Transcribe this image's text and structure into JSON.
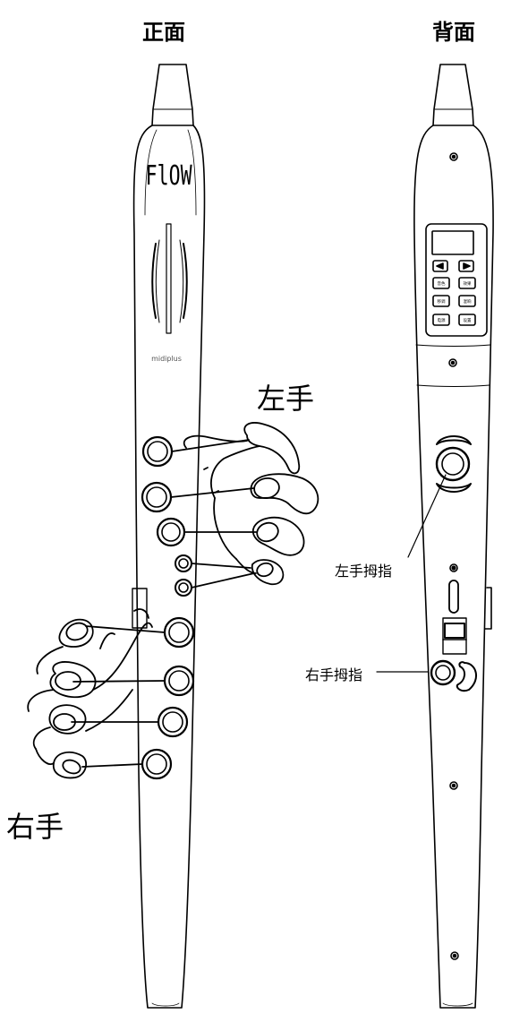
{
  "views": {
    "front": "正面",
    "back": "背面"
  },
  "brand": {
    "logo": "FlOW",
    "maker": "midiplus"
  },
  "hands": {
    "left": "左手",
    "right": "右手"
  },
  "thumbs": {
    "left": "左手拇指",
    "right": "右手拇指"
  },
  "panel_buttons": [
    "音色",
    "效果",
    "移调",
    "混响",
    "电源",
    "设置"
  ],
  "colors": {
    "line": "#000000",
    "background": "#ffffff"
  }
}
